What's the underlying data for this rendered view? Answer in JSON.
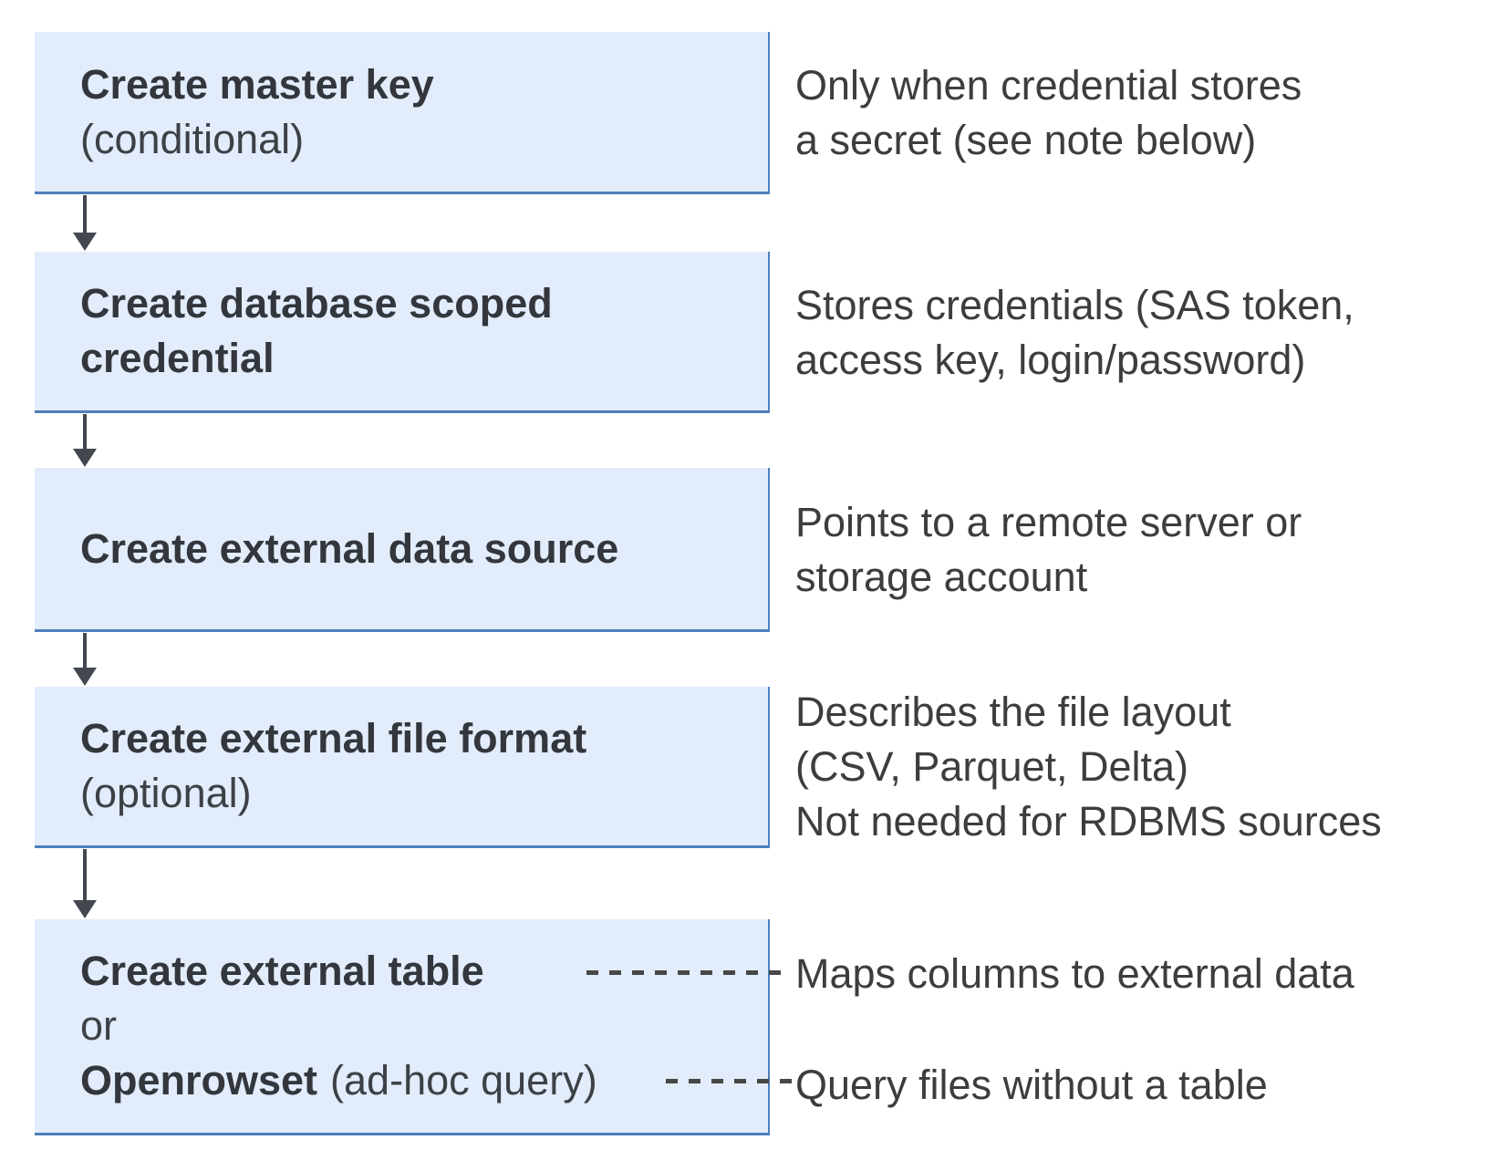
{
  "palette": {
    "box_fill": "#e2ecfb",
    "box_border": "#4d7fba",
    "title_text": "#33373d",
    "note_text": "#3d3d3d",
    "arrow": "#434850",
    "background": "#ffffff"
  },
  "steps": [
    {
      "title": "Create master key",
      "qualifier": "(conditional)"
    },
    {
      "title": "Create database scoped\ncredential"
    },
    {
      "title": "Create external data source"
    },
    {
      "title": "Create external file format",
      "qualifier": "(optional)"
    },
    {
      "line1": "Create external table",
      "or_label": "or",
      "line3_bold": "Openrowset",
      "line3_regular": "(ad-hoc query)"
    }
  ],
  "notes": [
    "Only when credential stores\na secret (see note below)",
    "Stores credentials (SAS token,\naccess key, login/password)",
    "Points to a remote server or\nstorage account",
    "Describes the file layout\n(CSV, Parquet, Delta)\nNot needed for RDBMS sources",
    "Maps columns to external data",
    "Query files without a table"
  ]
}
